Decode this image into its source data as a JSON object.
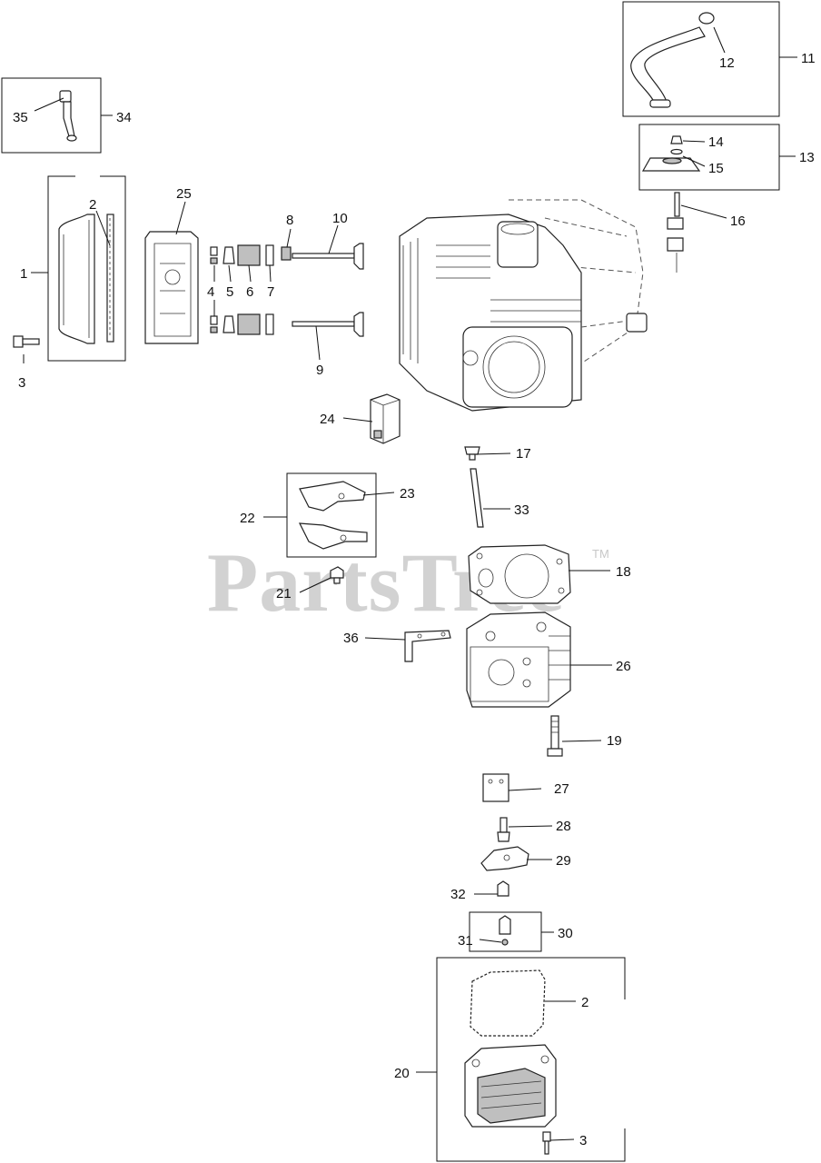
{
  "watermark": {
    "text": "PartsTree",
    "trademark": "TM"
  },
  "callouts": {
    "c1": "1",
    "c2a": "2",
    "c2b": "2",
    "c3a": "3",
    "c3b": "3",
    "c4": "4",
    "c5": "5",
    "c6": "6",
    "c7": "7",
    "c8": "8",
    "c9": "9",
    "c10": "10",
    "c11": "11",
    "c12": "12",
    "c13": "13",
    "c14": "14",
    "c15": "15",
    "c16": "16",
    "c17": "17",
    "c18": "18",
    "c19": "19",
    "c20": "20",
    "c21": "21",
    "c22": "22",
    "c23": "23",
    "c24": "24",
    "c25": "25",
    "c26": "26",
    "c27": "27",
    "c28": "28",
    "c29": "29",
    "c30": "30",
    "c31": "31",
    "c32": "32",
    "c33": "33",
    "c34": "34",
    "c35": "35",
    "c36": "36"
  }
}
